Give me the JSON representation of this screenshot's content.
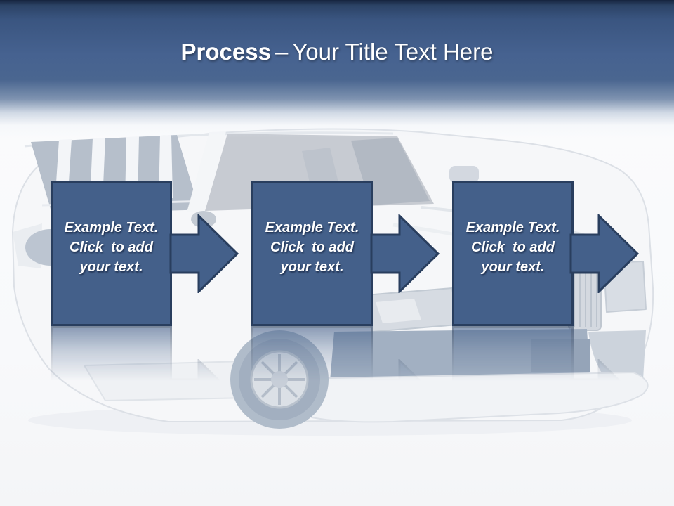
{
  "slide_title": {
    "emphasis": "Process",
    "separator": "–",
    "rest": "Your Title Text Here"
  },
  "steps": [
    {
      "line1": "Example Text.",
      "line2": "Click  to add",
      "line3": "your text."
    },
    {
      "line1": "Example Text.",
      "line2": "Click  to add",
      "line3": "your text."
    },
    {
      "line1": "Example Text.",
      "line2": "Click  to add",
      "line3": "your text."
    }
  ],
  "background_image": "faded white stretch limousine photo",
  "colors": {
    "header_top": "#16243e",
    "header_mid": "#4a6690",
    "box_fill": "#44608a",
    "box_border": "#293e5e",
    "text": "#ffffff"
  }
}
